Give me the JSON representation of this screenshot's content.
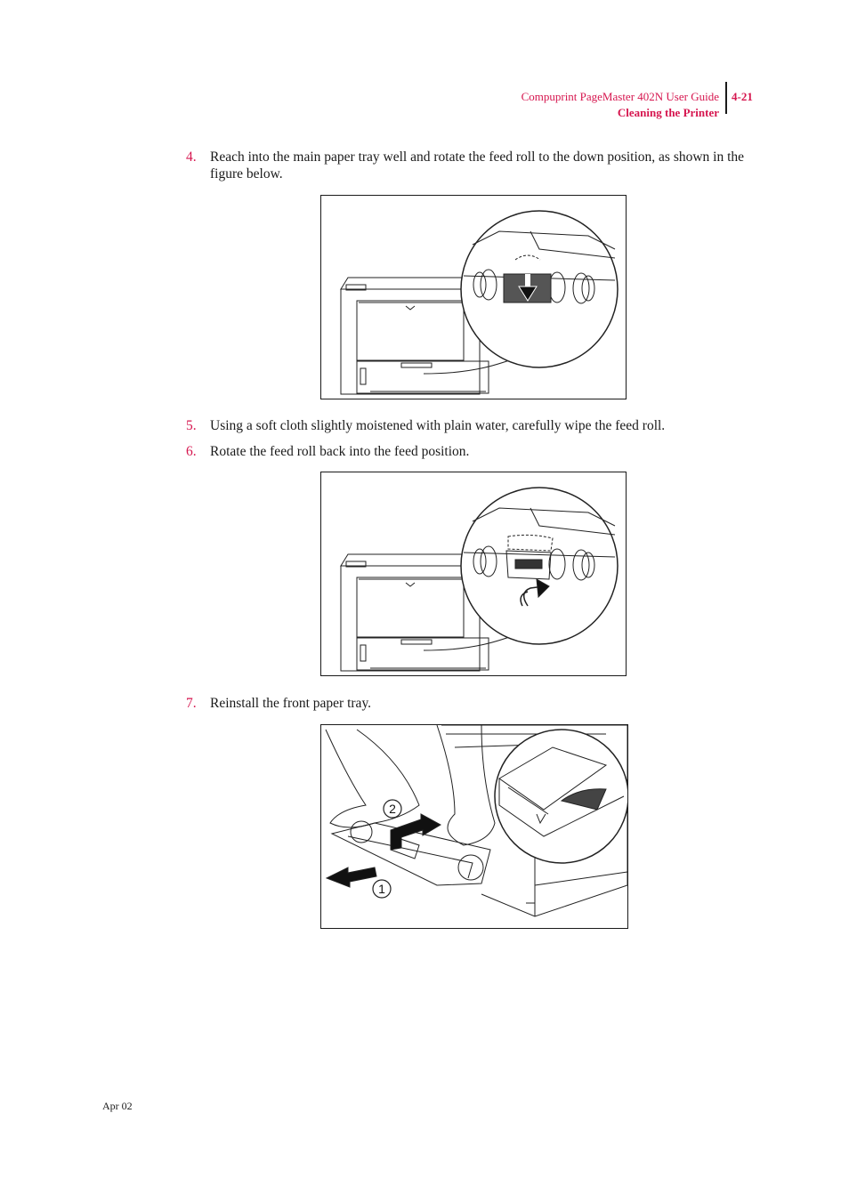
{
  "header": {
    "guide_title": "Compuprint PageMaster 402N User Guide",
    "section_title": "Cleaning the Printer",
    "page_number": "4-21"
  },
  "steps": [
    {
      "num": "4.",
      "text": "Reach into the main paper tray well and rotate the feed roll to the down position, as shown in the figure below."
    },
    {
      "num": "5.",
      "text": "Using a soft cloth slightly moistened with plain water, carefully wipe the feed roll."
    },
    {
      "num": "6.",
      "text": "Rotate the feed roll back into the feed position."
    },
    {
      "num": "7.",
      "text": "Reinstall the front paper tray."
    }
  ],
  "figure3": {
    "callout_1": "1",
    "callout_2": "2"
  },
  "footer": {
    "date": "Apr 02"
  }
}
